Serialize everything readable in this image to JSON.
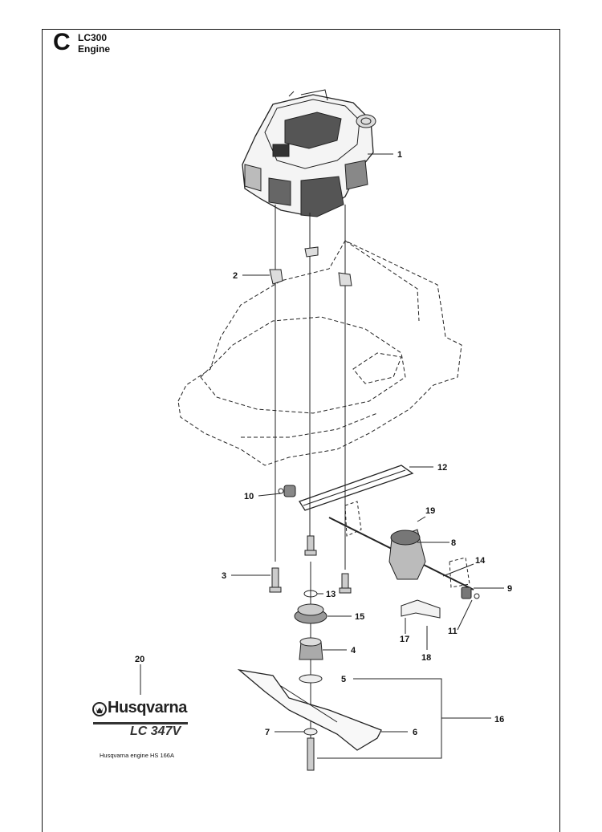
{
  "header": {
    "section_letter": "C",
    "model_code": "LC300",
    "section_title": "Engine"
  },
  "callouts": [
    "1",
    "2",
    "3",
    "4",
    "5",
    "6",
    "7",
    "8",
    "9",
    "10",
    "11",
    "12",
    "13",
    "14",
    "15",
    "16",
    "17",
    "18",
    "19",
    "20"
  ],
  "brand": {
    "name": "Husqvarna",
    "model": "LC 347V",
    "logo_icon": "husqvarna-crown-logo",
    "footnote": "Husqvarna engine HS 166A"
  }
}
